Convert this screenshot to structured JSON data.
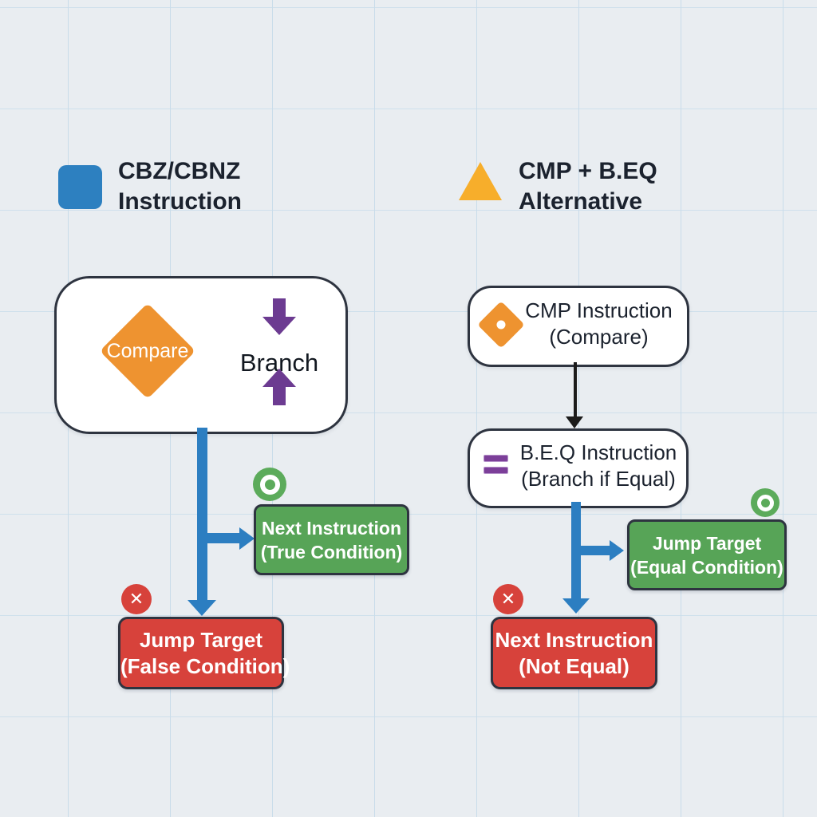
{
  "page": {
    "title": "CBZ/CBNZ vs CMP + B.EQ branch flow diagram"
  },
  "colors": {
    "background": "#e9edf1",
    "grid_line": "#c9dcea",
    "blue_accent": "#2d80c0",
    "orange_diamond": "#ee9330",
    "yellow_triangle": "#f7ae2b",
    "purple_arrow": "#6c3b91",
    "purple_equals": "#7c3f99",
    "green_success": "#57a457",
    "red_failure": "#d7423b",
    "dark_border": "#2e3440",
    "text_dark": "#1b222e",
    "black_connector": "#1b1b1b"
  },
  "legend": {
    "left": {
      "line1": "CBZ/CBNZ",
      "line2": "Instruction"
    },
    "right": {
      "line1": "CMP + B.EQ",
      "line2": "Alternative"
    }
  },
  "left_flow": {
    "compare_branch_box": {
      "compare_label": "Compare",
      "branch_label": "Branch"
    },
    "next_instruction_box": {
      "line1": "Next Instruction",
      "line2": "(True Condition)"
    },
    "jump_target_box": {
      "line1": "Jump Target",
      "line2": "(False Condition)"
    }
  },
  "right_flow": {
    "cmp_box": {
      "line1": "CMP Instruction",
      "line2": "(Compare)"
    },
    "beq_box": {
      "line1": "B.E.Q Instruction",
      "line2": "(Branch if Equal)"
    },
    "jump_target_box": {
      "line1": "Jump Target",
      "line2": "(Equal Condition)"
    },
    "next_instruction_box": {
      "line1": "Next Instruction",
      "line2": "(Not Equal)"
    }
  },
  "icons": {
    "legend_left": "blue-square-icon",
    "legend_right": "yellow-triangle-icon",
    "compare": "orange-diamond-icon",
    "branch_down": "purple-arrow-down-icon",
    "branch_up": "purple-arrow-up-icon",
    "success": "green-circle-icon",
    "failure": "red-cross-icon",
    "equals": "purple-equals-icon",
    "cross_glyph": "✕"
  }
}
